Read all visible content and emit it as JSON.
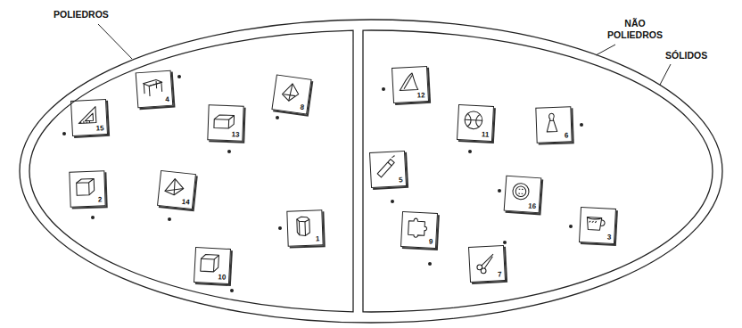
{
  "diagram": {
    "nodes": [
      {
        "text": [
          "SÓLIDOS"
        ]
      },
      {
        "text": [
          "POLIEDROS"
        ],
        "in": 0
      },
      {
        "text": [
          "NÃO POLIEDROS"
        ],
        "in": 0
      },
      {
        "text": [
          "4"
        ],
        "in": 1
      },
      {
        "text": [
          "8"
        ],
        "in": 1
      },
      {
        "text": [
          "15"
        ],
        "in": 1
      },
      {
        "text": [
          "13"
        ],
        "in": 1
      },
      {
        "text": [
          "2"
        ],
        "in": 1
      },
      {
        "text": [
          "14"
        ],
        "in": 1
      },
      {
        "text": [
          "1"
        ],
        "in": 1
      },
      {
        "text": [
          "10"
        ],
        "in": 1
      },
      {
        "text": [
          "12"
        ],
        "in": 2
      },
      {
        "text": [
          "11"
        ],
        "in": 2
      },
      {
        "text": [
          "6"
        ],
        "in": 2
      },
      {
        "text": [
          "5"
        ],
        "in": 2
      },
      {
        "text": [
          "16"
        ],
        "in": 2
      },
      {
        "text": [
          "3"
        ],
        "in": 2
      },
      {
        "text": [
          "9"
        ],
        "in": 2
      },
      {
        "text": [
          "7"
        ],
        "in": 2
      }
    ]
  }
}
